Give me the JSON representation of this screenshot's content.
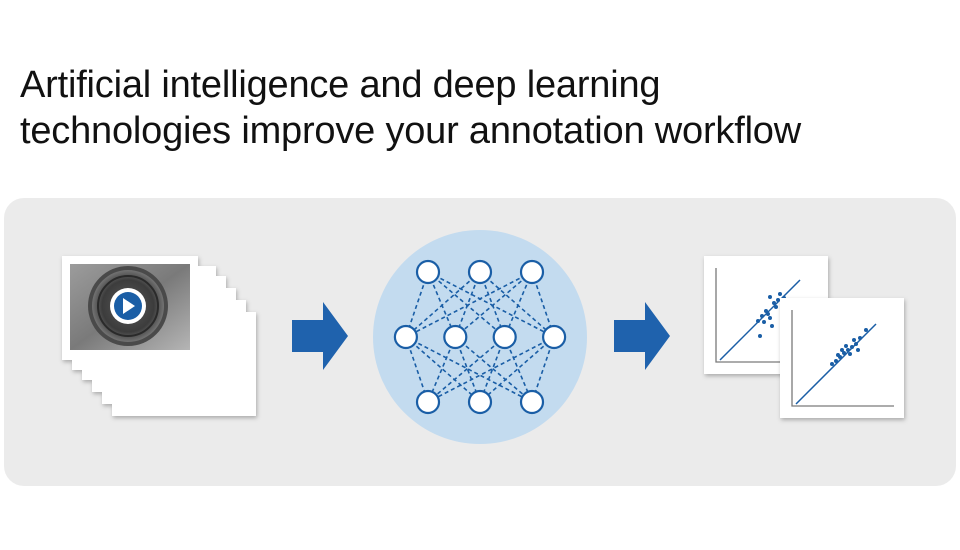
{
  "headline": {
    "line1": "Artificial intelligence and deep learning",
    "line2": "technologies improve your annotation workflow"
  },
  "stage_input": {
    "icon": "video-frames-stack-icon",
    "frame_count": 6,
    "play_icon": "play-icon"
  },
  "stage_model": {
    "icon": "neural-network-icon",
    "layers": [
      3,
      4,
      3
    ]
  },
  "stage_output": {
    "icon": "scatter-plot-results-icon",
    "plot_count": 2
  },
  "arrows": {
    "icon": "right-arrow-icon",
    "count": 2
  },
  "colors": {
    "accent": "#1a5ea6",
    "arrow": "#1f62ad",
    "network_bg": "#c3dbef",
    "panel": "#ebebeb",
    "text": "#111111"
  }
}
